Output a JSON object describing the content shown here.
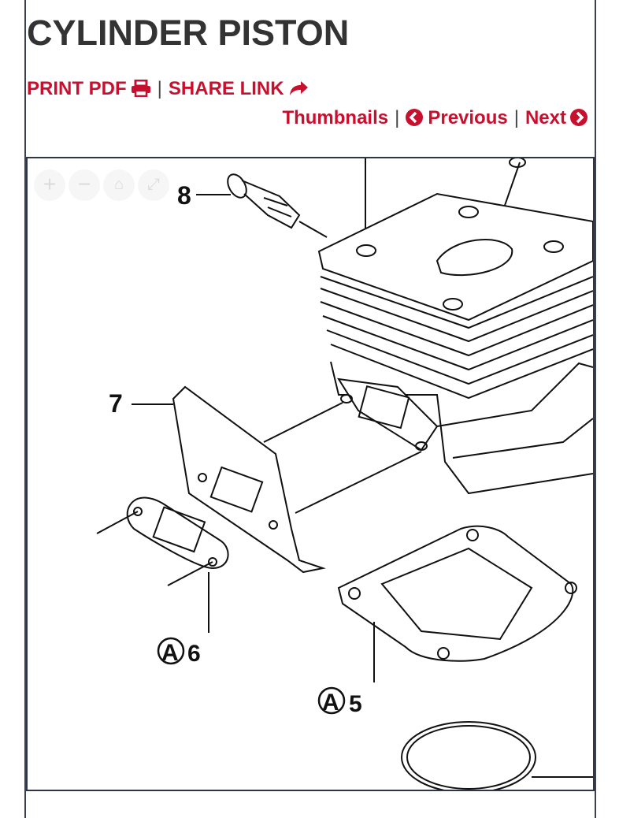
{
  "page": {
    "title": "CYLINDER PISTON"
  },
  "links": {
    "print_pdf": "PRINT PDF",
    "share_link": "SHARE LINK",
    "thumbnails": "Thumbnails",
    "previous": "Previous",
    "next": "Next",
    "separator": "|"
  },
  "viewer": {
    "controls": [
      "zoom-in",
      "zoom-out",
      "home",
      "full-page"
    ],
    "callouts": {
      "p8": "8",
      "p7": "7",
      "p6": "6",
      "p5": "5",
      "a": "A"
    }
  },
  "colors": {
    "accent": "#c8102e",
    "text": "#333333"
  }
}
